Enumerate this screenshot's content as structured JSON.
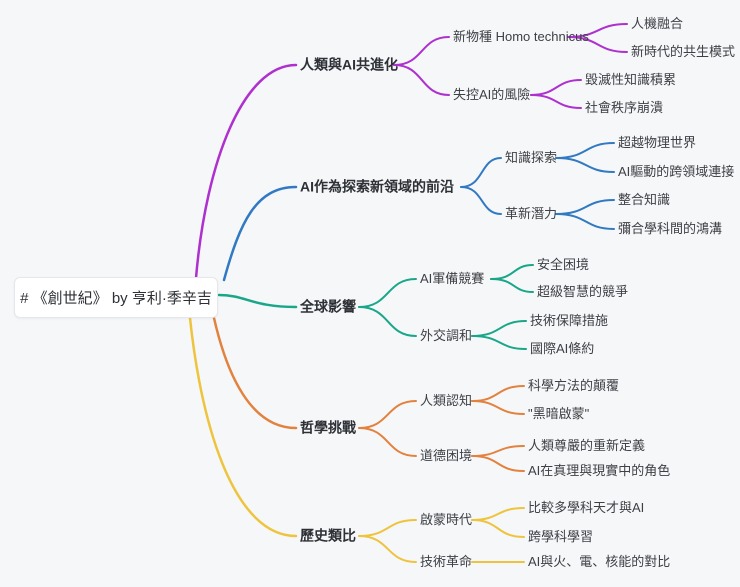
{
  "canvas": {
    "background": "#f6f7f9",
    "text_color": "#3d4045"
  },
  "mindmap": {
    "root": {
      "label": "# 《創世紀》 by 亨利·季辛吉"
    },
    "branches": [
      {
        "label": "人類與AI共進化",
        "color": "#ae30cf",
        "children": [
          {
            "label": "新物種 Homo technicus",
            "children": [
              {
                "label": "人機融合"
              },
              {
                "label": "新時代的共生模式"
              }
            ]
          },
          {
            "label": "失控AI的風險",
            "children": [
              {
                "label": "毀滅性知識積累"
              },
              {
                "label": "社會秩序崩潰"
              }
            ]
          }
        ]
      },
      {
        "label": "AI作為探索新領域的前沿",
        "color": "#3179c2",
        "children": [
          {
            "label": "知識探索",
            "children": [
              {
                "label": "超越物理世界"
              },
              {
                "label": "AI驅動的跨領域連接"
              }
            ]
          },
          {
            "label": "革新潛力",
            "children": [
              {
                "label": "整合知識"
              },
              {
                "label": "彌合學科間的鴻溝"
              }
            ]
          }
        ]
      },
      {
        "label": "全球影響",
        "color": "#19a689",
        "children": [
          {
            "label": "AI軍備競賽",
            "children": [
              {
                "label": "安全困境"
              },
              {
                "label": "超級智慧的競爭"
              }
            ]
          },
          {
            "label": "外交調和",
            "children": [
              {
                "label": "技術保障措施"
              },
              {
                "label": "國際AI條約"
              }
            ]
          }
        ]
      },
      {
        "label": "哲學挑戰",
        "color": "#e2823e",
        "children": [
          {
            "label": "人類認知",
            "children": [
              {
                "label": "科學方法的顛覆"
              },
              {
                "label": "\"黑暗啟蒙\""
              }
            ]
          },
          {
            "label": "道德困境",
            "children": [
              {
                "label": "人類尊嚴的重新定義"
              },
              {
                "label": "AI在真理與現實中的角色"
              }
            ]
          }
        ]
      },
      {
        "label": "歷史類比",
        "color": "#eec43f",
        "children": [
          {
            "label": "啟蒙時代",
            "children": [
              {
                "label": "比較多學科天才與AI"
              },
              {
                "label": "跨學科學習"
              }
            ]
          },
          {
            "label": "技術革命",
            "children": [
              {
                "label": "AI與火、電、核能的對比"
              }
            ]
          }
        ]
      }
    ]
  }
}
